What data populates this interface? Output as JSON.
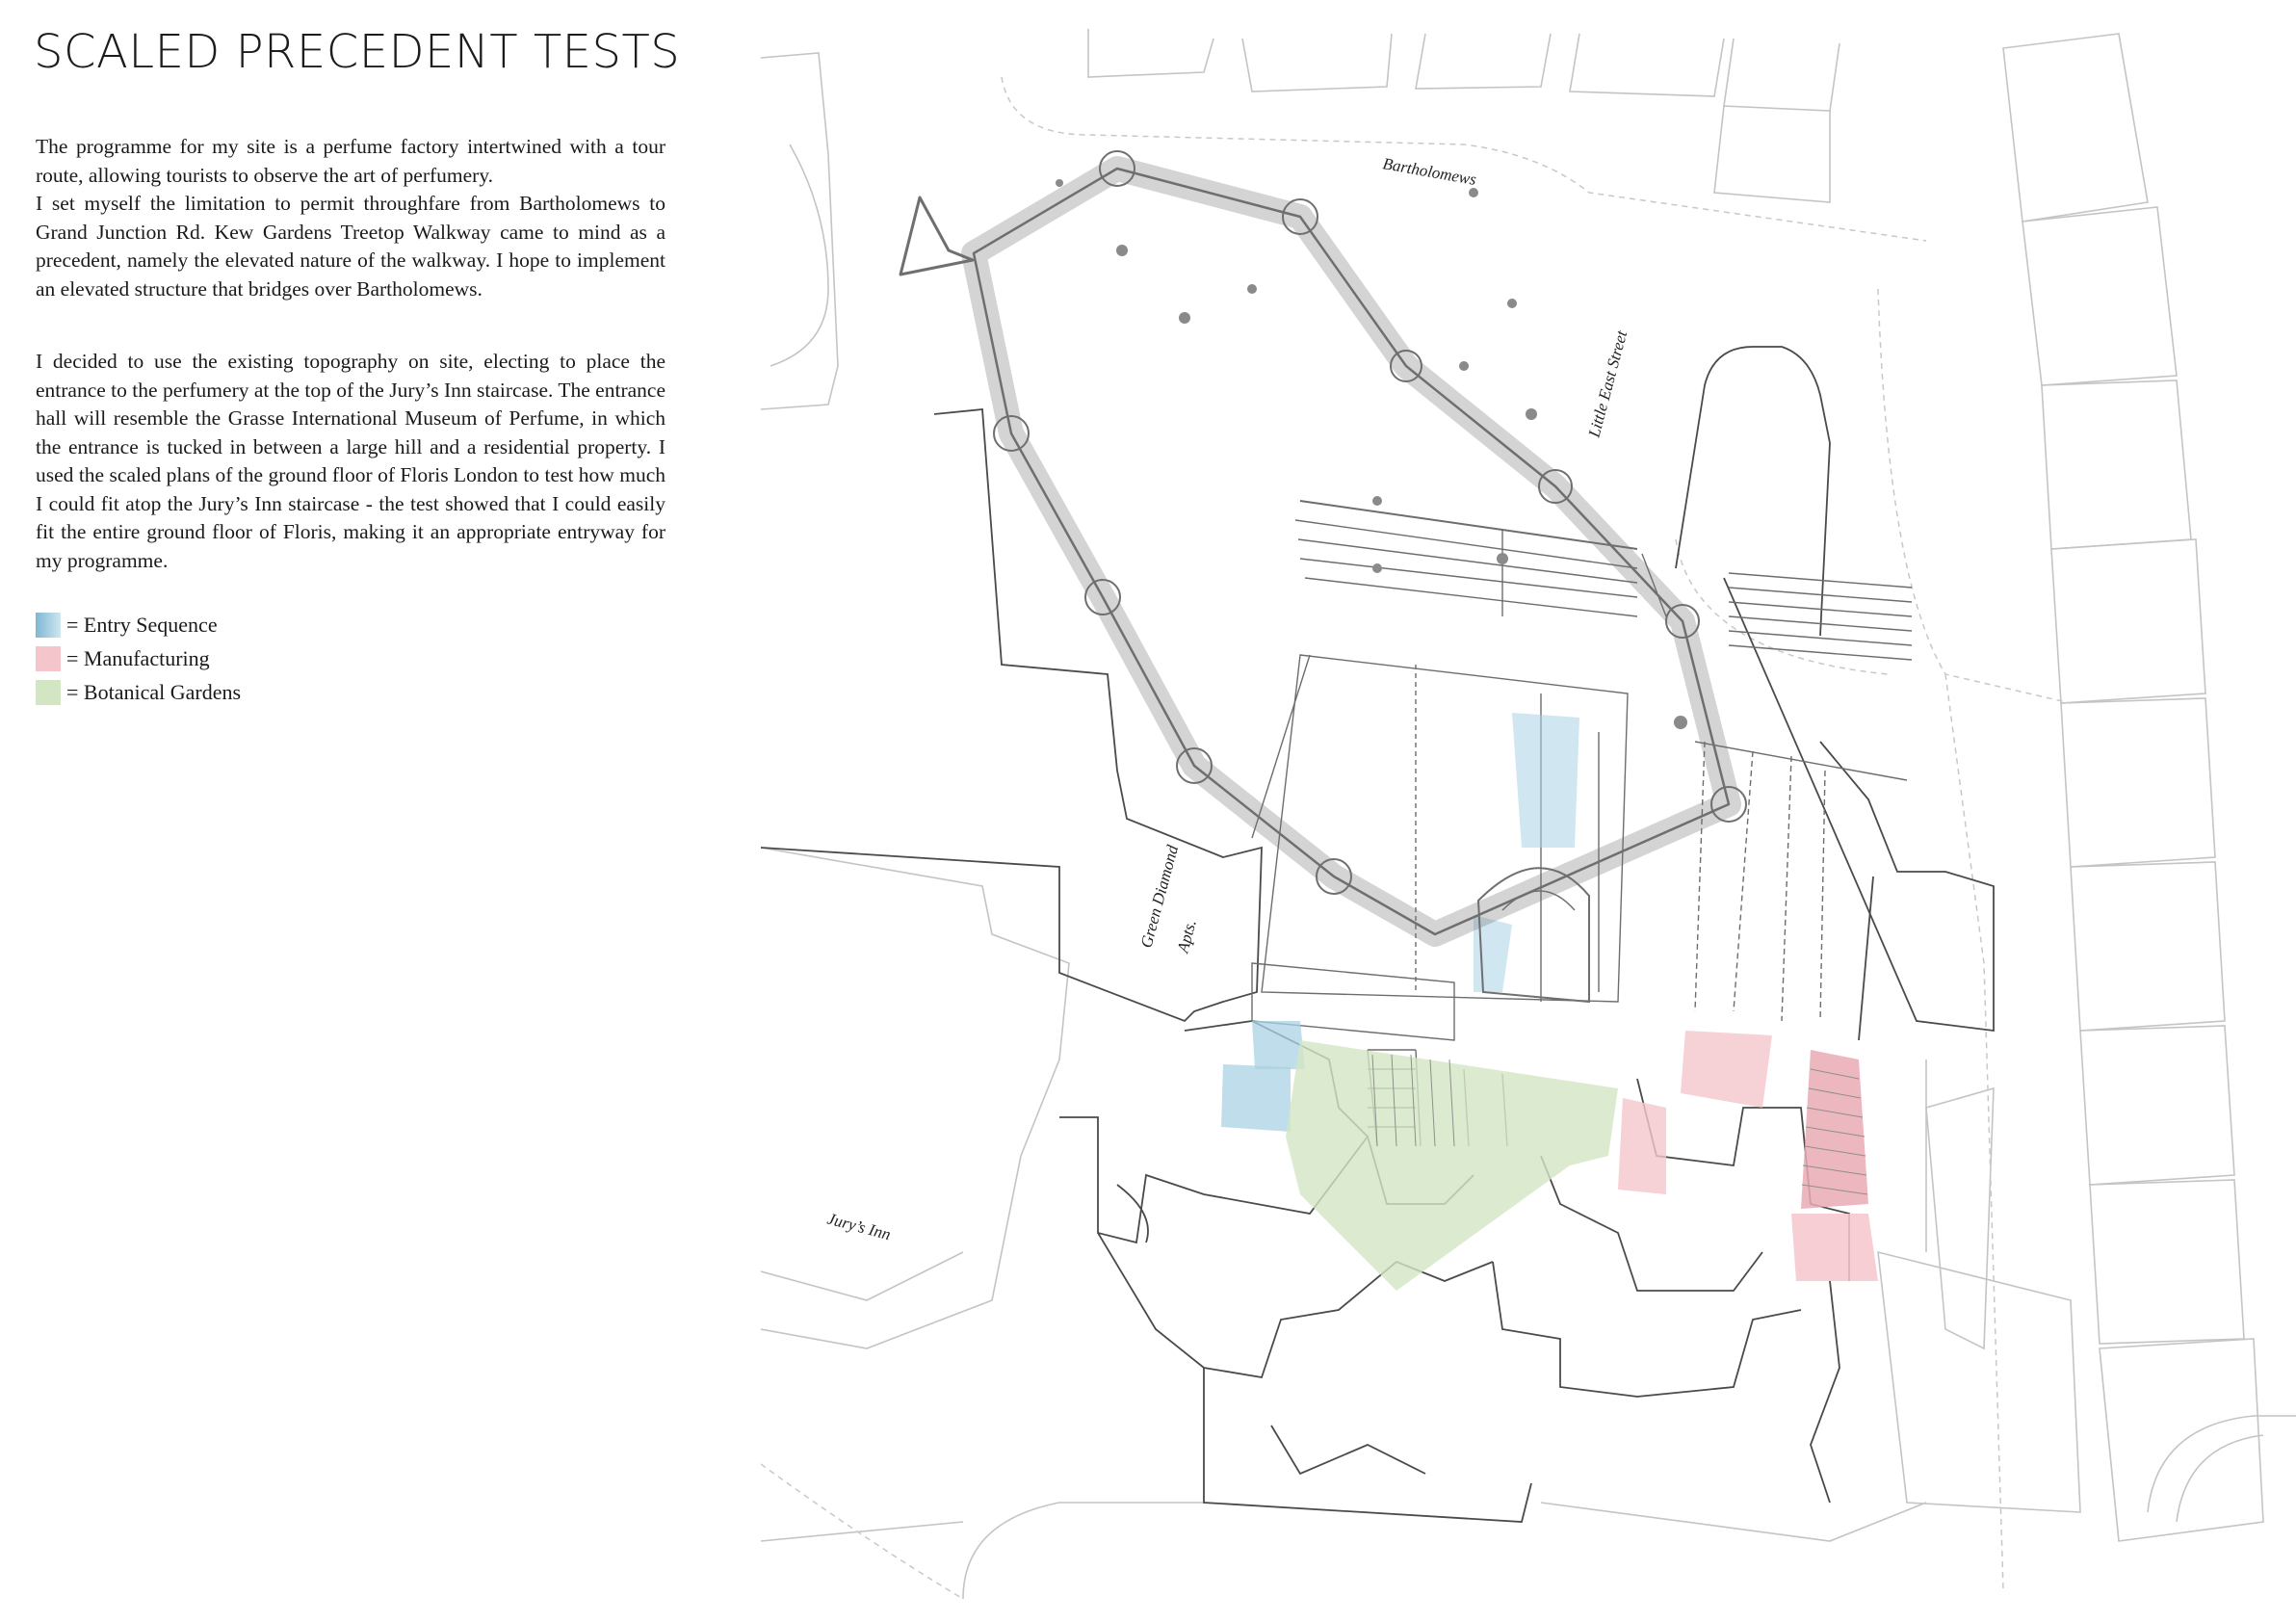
{
  "title": "SCALED PRECEDENT TESTS",
  "paragraph_1a": "The programme for my site is a perfume factory intertwined with a tour route, allowing tourists to observe the art of perfumery.",
  "paragraph_1b": "I set myself the limitation to permit throughfare from Bartholomews to Grand Junction Rd. Kew Gardens Treetop Walkway came to mind as a precedent, namely the elevated nature of the walkway. I hope to implement an elevated structure that bridges over Bartholomews.",
  "paragraph_2": "I decided to use the existing topography on site, electing to place the entrance to the perfumery at the top of the Jury’s Inn staircase. The entrance hall will resemble the Grasse International Museum of Perfume, in which the entrance is tucked in between a large hill and a residential property. I used the scaled plans of the ground floor of Floris London to test how much I could fit atop the Jury’s Inn staircase - the test showed that I could easily fit the entire ground floor of Floris, making it an appropriate entryway for my programme.",
  "legend": [
    {
      "label": "= Entry Sequence",
      "color": "#a9d2e3"
    },
    {
      "label": "= Manufacturing",
      "color": "#f4c6cc"
    },
    {
      "label": "= Botanical Gardens",
      "color": "#d3e6c4"
    }
  ],
  "map": {
    "street_bartholomews": "Bartholomews",
    "street_little_east": "Little East Street",
    "label_green_diamond_1": "Green Diamond",
    "label_green_diamond_2": "Apts.",
    "label_jurys_inn": "Jury’s Inn",
    "colors": {
      "walkway": "#6f6f6f",
      "building": "#444444",
      "context": "#bdbdbd",
      "plan": "#555555"
    }
  }
}
